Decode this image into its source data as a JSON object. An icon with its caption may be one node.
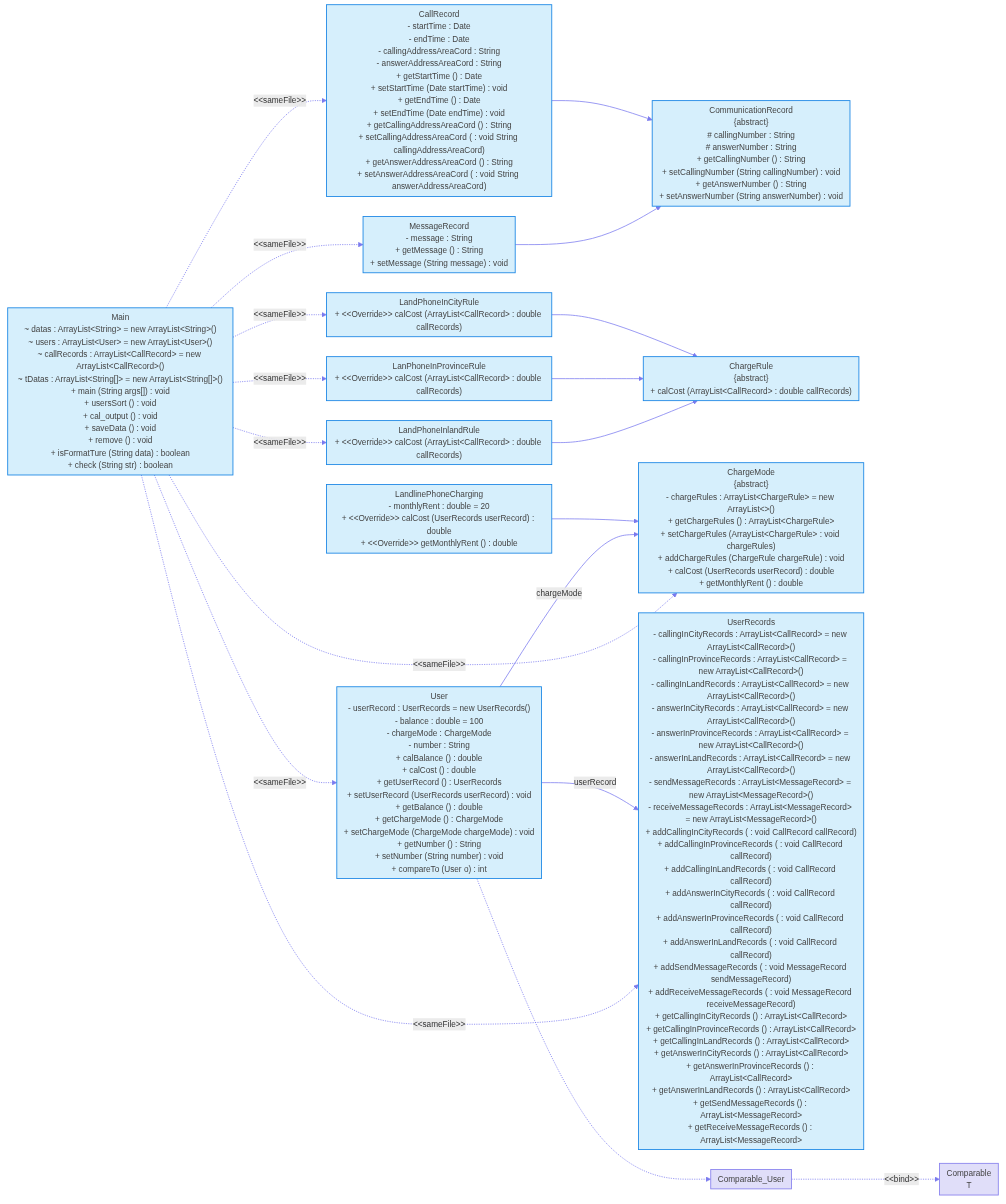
{
  "diagram": {
    "nodes": [
      {
        "text": [
          "CallRecord",
          "- startTime : Date",
          "- endTime : Date",
          "- callingAddressAreaCord : String",
          "- answerAddressAreaCord : String",
          "+ getStartTime () : Date",
          "+ setStartTime (Date startTime) : void",
          "+ getEndTime () : Date",
          "+ setEndTime (Date endTime) : void",
          "+ getCallingAddressAreaCord () : String",
          "+ setCallingAddressAreaCord ( : void String callingAddressAreaCord)",
          "+ getAnswerAddressAreaCord () : String",
          "+ setAnswerAddressAreaCord ( : void String answerAddressAreaCord)"
        ]
      },
      {
        "text": [
          "UserRecords",
          "- callingInCityRecords : ArrayList<CallRecord> = new ArrayList<CallRecord>()",
          "- callingInProvinceRecords : ArrayList<CallRecord> = new ArrayList<CallRecord>()",
          "- callingInLandRecords : ArrayList<CallRecord> = new ArrayList<CallRecord>()",
          "- answerInCityRecords : ArrayList<CallRecord> = new ArrayList<CallRecord>()",
          "- answerInProvinceRecords : ArrayList<CallRecord> = new ArrayList<CallRecord>()",
          "- answerInLandRecords : ArrayList<CallRecord> = new ArrayList<CallRecord>()",
          "- sendMessageRecords : ArrayList<MessageRecord> = new ArrayList<MessageRecord>()",
          "- receiveMessageRecords : ArrayList<MessageRecord> = new ArrayList<MessageRecord>()",
          "+ addCallingInCityRecords ( : void CallRecord callRecord)",
          "+ addCallingInProvinceRecords ( : void CallRecord callRecord)",
          "+ addCallingInLandRecords ( : void CallRecord callRecord)",
          "+ addAnswerInCityRecords ( : void CallRecord callRecord)",
          "+ addAnswerInProvinceRecords ( : void CallRecord callRecord)",
          "+ addAnswerInLandRecords ( : void CallRecord callRecord)",
          "+ addSendMessageRecords ( : void MessageRecord sendMessageRecord)",
          "+ addReceiveMessageRecords ( : void MessageRecord receiveMessageRecord)",
          "+ getCallingInCityRecords () : ArrayList<CallRecord>",
          "+ getCallingInProvinceRecords () : ArrayList<CallRecord>",
          "+ getCallingInLandRecords () : ArrayList<CallRecord>",
          "+ getAnswerInCityRecords () : ArrayList<CallRecord>",
          "+ getAnswerInProvinceRecords () : ArrayList<CallRecord>",
          "+ getAnswerInLandRecords () : ArrayList<CallRecord>",
          "+ getSendMessageRecords () : ArrayList<MessageRecord>",
          "+ getReceiveMessageRecords () : ArrayList<MessageRecord>"
        ]
      },
      {
        "text": [
          "CommunicationRecord",
          "{abstract}",
          "# callingNumber : String",
          "# answerNumber : String",
          "+ getCallingNumber () : String",
          "+ setCallingNumber (String callingNumber) : void",
          "+ getAnswerNumber () : String",
          "+ setAnswerNumber (String answerNumber) : void"
        ]
      },
      {
        "text": [
          "MessageRecord",
          "- message : String",
          "+ getMessage () : String",
          "+ setMessage (String message) : void"
        ]
      },
      {
        "text": [
          "LandPhoneInCityRule",
          "+ <<Override>> calCost (ArrayList<CallRecord> : double callRecords)"
        ]
      },
      {
        "text": [
          "LanPhoneInProvinceRule",
          "+ <<Override>> calCost (ArrayList<CallRecord> : double callRecords)"
        ]
      },
      {
        "text": [
          "LandlinePhoneCharging",
          "- monthlyRent : double = 20",
          "+ <<Override>> calCost (UserRecords userRecord) : double",
          "+ <<Override>> getMonthlyRent () : double"
        ]
      },
      {
        "text": [
          "ChargeRule",
          "{abstract}",
          "+ calCost (ArrayList<CallRecord> : double callRecords)"
        ]
      },
      {
        "text": [
          "ChargeMode",
          "{abstract}",
          "- chargeRules : ArrayList<ChargeRule> = new ArrayList<>()",
          "+ getChargeRules () : ArrayList<ChargeRule>",
          "+ setChargeRules (ArrayList<ChargeRule> : void chargeRules)",
          "+ addChargeRules (ChargeRule chargeRule) : void",
          "+ calCost (UserRecords userRecord) : double",
          "+ getMonthlyRent () : double"
        ]
      },
      {
        "text": [
          "LandPhoneInlandRule",
          "+ <<Override>> calCost (ArrayList<CallRecord> : double callRecords)"
        ]
      },
      {
        "text": [
          "Comparable_User"
        ]
      },
      {
        "text": [
          "Main",
          "~ datas : ArrayList<String> = new ArrayList<String>()",
          "~ users : ArrayList<User> = new ArrayList<User>()",
          "~ callRecords : ArrayList<CallRecord> = new ArrayList<CallRecord>()",
          "~ tDatas : ArrayList<String[]> = new ArrayList<String[]>()",
          "+ main (String args[]) : void",
          "+ usersSort () : void",
          "+ cal_output () : void",
          "+ saveData () : void",
          "+ remove () : void",
          "+ isFormatTure (String data) : boolean",
          "+ check (String str) : boolean"
        ]
      },
      {
        "text": [
          "User",
          "- userRecord : UserRecords = new UserRecords()",
          "- balance : double = 100",
          "- chargeMode : ChargeMode",
          "- number : String",
          "+ calBalance () : double",
          "+ calCost () : double",
          "+ getUserRecord () : UserRecords",
          "+ setUserRecord (UserRecords userRecord) : void",
          "+ getBalance () : double",
          "+ getChargeMode () : ChargeMode",
          "+ setChargeMode (ChargeMode chargeMode) : void",
          "+ getNumber () : String",
          "+ setNumber (String number) : void",
          "+ compareTo (User o) : int"
        ]
      },
      {
        "text": [
          "Comparable",
          "T"
        ]
      }
    ],
    "edges": [
      {
        "from": 0,
        "to": 2,
        "arrow": "to"
      },
      {
        "from": 3,
        "to": 2,
        "arrow": "to"
      },
      {
        "from": 4,
        "to": 7,
        "arrow": "to"
      },
      {
        "from": 5,
        "to": 7,
        "arrow": "to"
      },
      {
        "from": 9,
        "to": 7,
        "arrow": "to"
      },
      {
        "from": 6,
        "to": 8,
        "arrow": "to"
      },
      {
        "from": 12,
        "to": 1,
        "label": "userRecord",
        "arrow": "to"
      },
      {
        "from": 12,
        "to": 8,
        "label": "chargeMode",
        "arrow": "to"
      },
      {
        "from": 12,
        "to": 10,
        "arrow": "to",
        "style": "dashed"
      },
      {
        "from": 10,
        "to": 13,
        "label": "<<bind>>",
        "arrow": "to",
        "style": "dashed"
      },
      {
        "from": 11,
        "to": 0,
        "label": "<<sameFile>>",
        "arrow": "to",
        "style": "dashed"
      },
      {
        "from": 11,
        "to": 3,
        "label": "<<sameFile>>",
        "arrow": "to",
        "style": "dashed"
      },
      {
        "from": 11,
        "to": 4,
        "label": "<<sameFile>>",
        "arrow": "to",
        "style": "dashed"
      },
      {
        "from": 11,
        "to": 5,
        "label": "<<sameFile>>",
        "arrow": "to",
        "style": "dashed"
      },
      {
        "from": 11,
        "to": 9,
        "label": "<<sameFile>>",
        "arrow": "to",
        "style": "dashed"
      },
      {
        "from": 11,
        "to": 1,
        "label": "<<sameFile>>",
        "arrow": "to",
        "style": "dashed"
      },
      {
        "from": 11,
        "to": 8,
        "label": "<<sameFile>>",
        "arrow": "to",
        "style": "dashed"
      },
      {
        "from": 11,
        "to": 12,
        "label": "<<sameFile>>",
        "arrow": "to",
        "style": "dashed"
      }
    ]
  }
}
